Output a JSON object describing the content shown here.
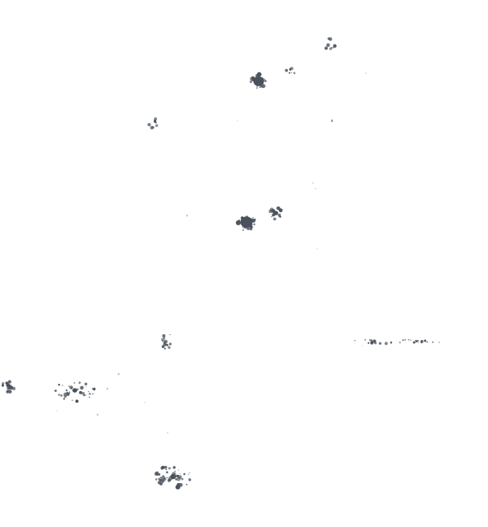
{
  "image": {
    "background_color": "#ffffff",
    "ink_color": "#4a525c",
    "faint_ink_color": "#9aa1a9"
  },
  "clusters": [
    {
      "label": "top-right-speck"
    },
    {
      "label": "upper-blob"
    },
    {
      "label": "upper-small-pair"
    },
    {
      "label": "left-small-speck"
    },
    {
      "label": "tiny-dot-upper-right"
    },
    {
      "label": "center-blob"
    },
    {
      "label": "center-right-blob"
    },
    {
      "label": "middle-small-cluster"
    },
    {
      "label": "right-horizontal-trail"
    },
    {
      "label": "far-left-cluster"
    },
    {
      "label": "left-scattered-cluster"
    },
    {
      "label": "bottom-cluster"
    }
  ]
}
